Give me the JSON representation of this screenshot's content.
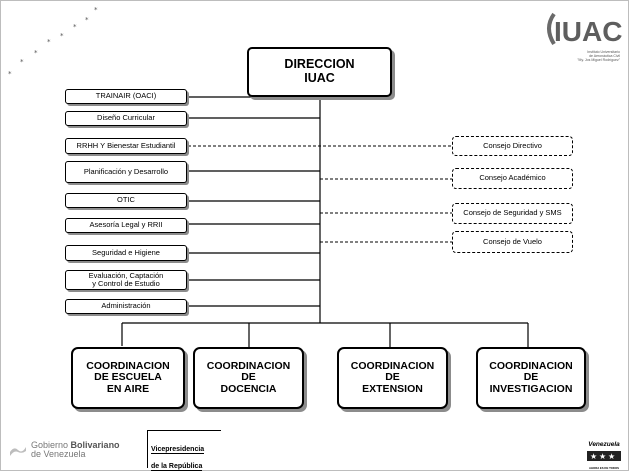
{
  "head": {
    "title": "DIRECCION\nIUAC"
  },
  "logo": {
    "text": "IUAC",
    "subtitle": "Instituto Universitario\nde Aeronáutica Civil\n\"My. Jos Miguel Rodríguez\""
  },
  "units": [
    "TRAINAIR (OACI)",
    "Diseño Curricular",
    "RRHH Y Bienestar Estudiantil",
    "Planificación y Desarrollo",
    "OTIC",
    "Asesoría Legal y RRII",
    "Seguridad e Higiene",
    "Evaluación, Captación\ny Control de Estudio",
    "Administración"
  ],
  "councils": [
    "Consejo Directivo",
    "Consejo Académico",
    "Consejo de Seguridad y SMS",
    "Consejo de Vuelo"
  ],
  "coordinations": [
    "COORDINACION\nDE ESCUELA\nEN AIRE",
    "COORDINACION\nDE\nDOCENCIA",
    "COORDINACION\nDE\nEXTENSION",
    "COORDINACION\nDE\nINVESTIGACION"
  ],
  "footer": {
    "gobierno_1": "Gobierno",
    "gobierno_bold": "Bolivariano",
    "gobierno_2": "de Venezuela",
    "vice_1": "Vicepresidencia",
    "vice_2": "de la República",
    "venezuela": "Venezuela",
    "venezuela_sub": "AHORA ES DE TODOS"
  }
}
